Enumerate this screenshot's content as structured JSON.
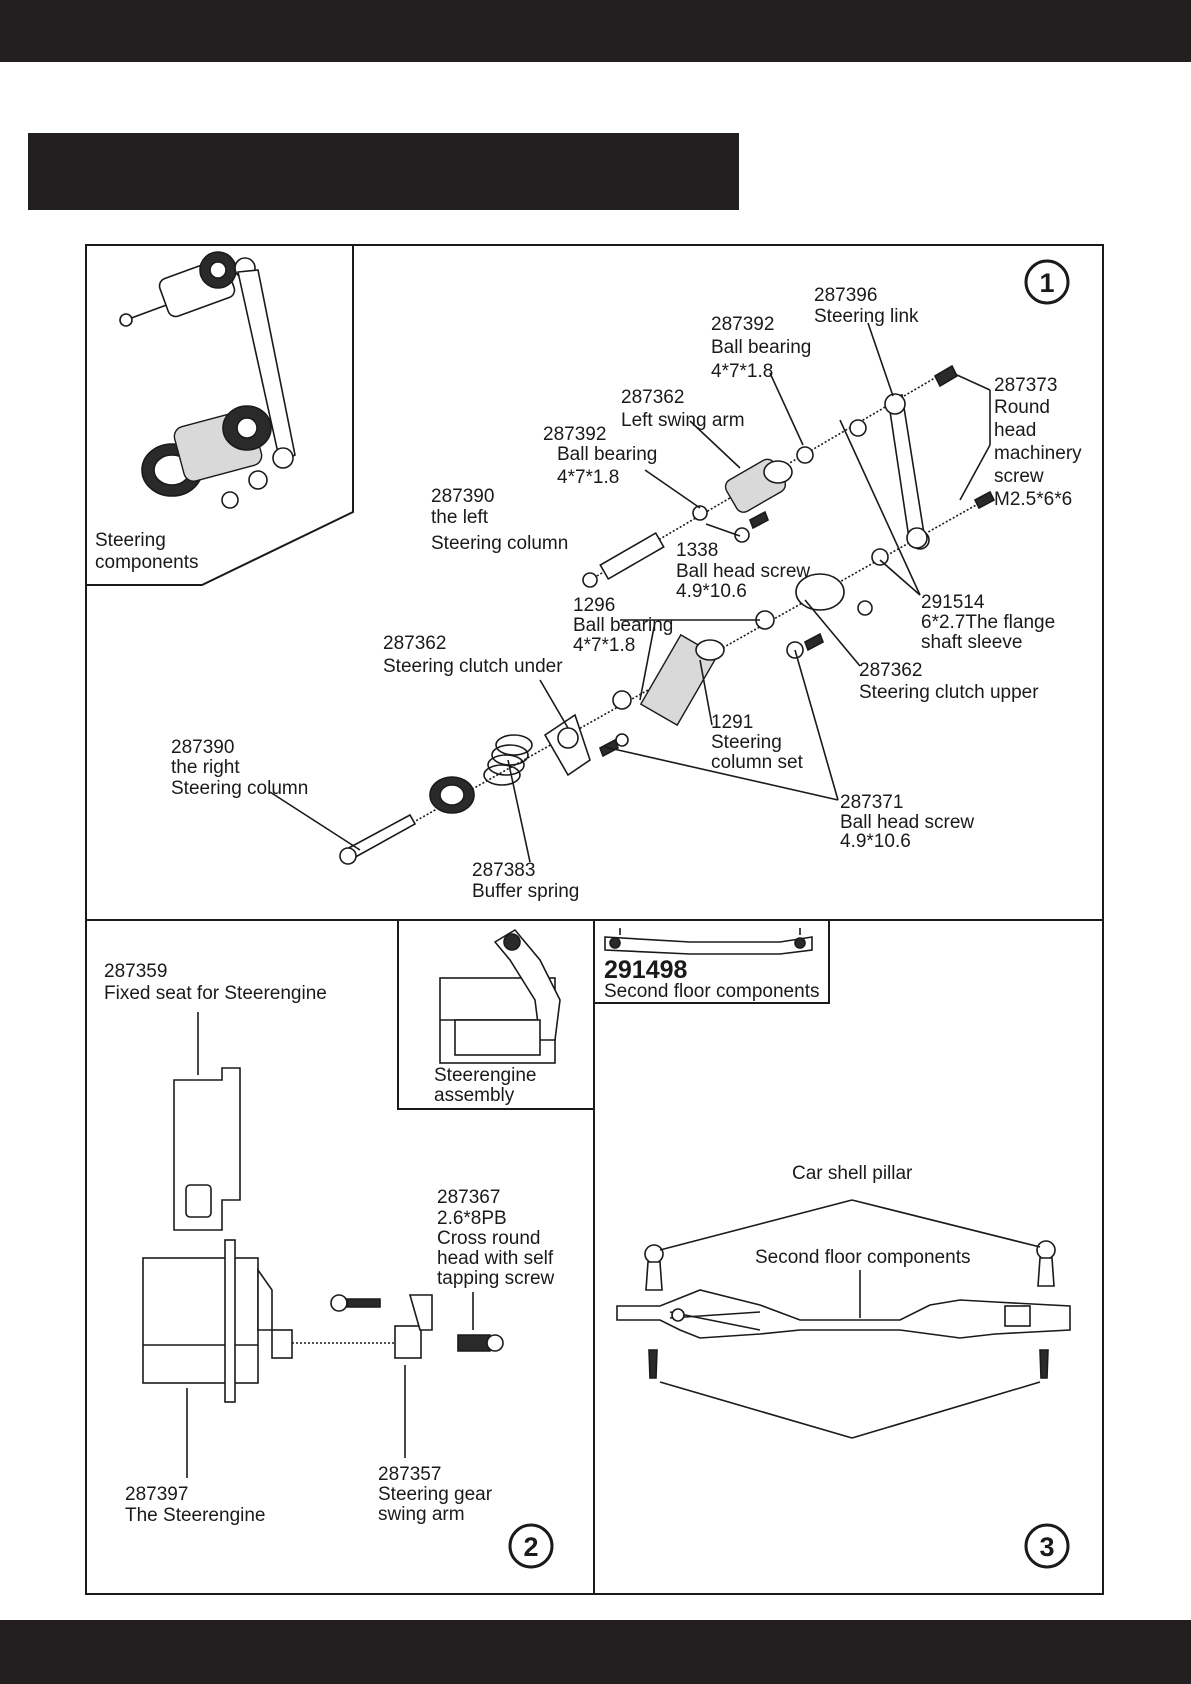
{
  "panel1": {
    "badge": "1",
    "inset_title_line1": "Steering",
    "inset_title_line2": "components",
    "labels": [
      [
        "287396",
        "Steering link"
      ],
      [
        "287392",
        "Ball bearing",
        "4*7*1.8"
      ],
      [
        "287362",
        "Left swing arm"
      ],
      [
        "287392",
        "Ball bearing",
        "4*7*1.8"
      ],
      [
        "287390",
        "the left",
        "Steering column"
      ],
      [
        "287373",
        "Round",
        "head",
        "machinery",
        "screw",
        "M2.5*6*6"
      ],
      [
        "1338",
        "Ball head screw",
        "4.9*10.6"
      ],
      [
        "1296",
        "Ball bearing",
        "4*7*1.8"
      ],
      [
        "291514",
        "6*2.7The flange",
        "shaft sleeve"
      ],
      [
        "287362",
        "Steering clutch under"
      ],
      [
        "287362",
        "Steering clutch upper"
      ],
      [
        "1291",
        "Steering",
        "column set"
      ],
      [
        "287390",
        "the right",
        "Steering column"
      ],
      [
        "287371",
        "Ball head screw",
        "4.9*10.6"
      ],
      [
        "287383",
        "Buffer spring"
      ]
    ]
  },
  "panel2": {
    "badge": "2",
    "labels": [
      [
        "287359",
        "Fixed seat for Steerengine"
      ],
      [
        "287367",
        "2.6*8PB",
        "Cross round",
        "head with self",
        "tapping screw"
      ],
      [
        "287357",
        "Steering gear",
        "swing arm"
      ],
      [
        "287397",
        "The Steerengine"
      ]
    ],
    "inset_label_line1": "Steerengine",
    "inset_label_line2": "assembly"
  },
  "panel3": {
    "badge": "3",
    "inset_code": "291498",
    "inset_label": "Second floor components",
    "pillar_label": "Car shell pillar",
    "floor_label": "Second floor components"
  }
}
